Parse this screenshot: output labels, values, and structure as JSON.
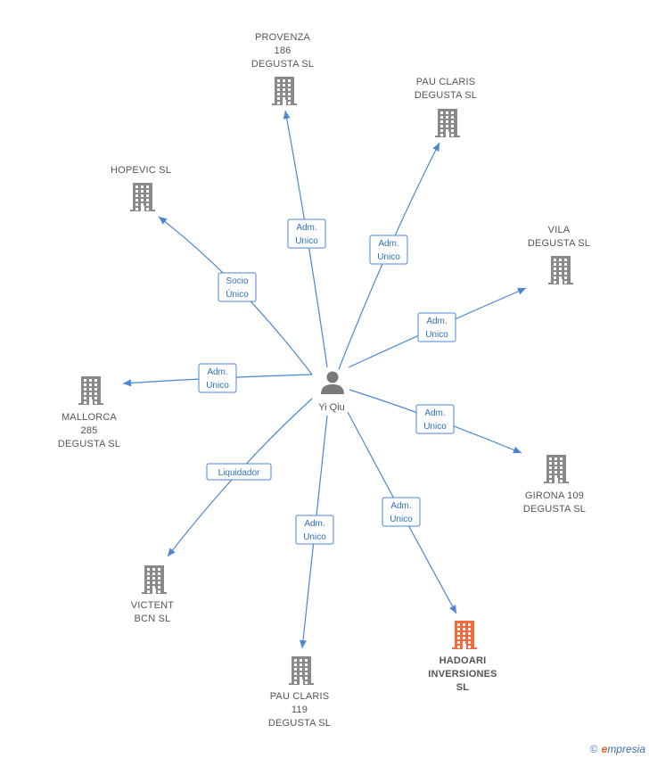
{
  "center": {
    "label": "Yi Qiu"
  },
  "nodes": [
    {
      "id": "provenza",
      "lines": [
        "PROVENZA",
        "186",
        "DEGUSTA  SL"
      ],
      "highlight": false
    },
    {
      "id": "pau-claris",
      "lines": [
        "PAU CLARIS",
        "DEGUSTA  SL"
      ],
      "highlight": false
    },
    {
      "id": "hopevic",
      "lines": [
        "HOPEVIC  SL"
      ],
      "highlight": false
    },
    {
      "id": "vila",
      "lines": [
        "VILA",
        "DEGUSTA  SL"
      ],
      "highlight": false
    },
    {
      "id": "mallorca",
      "lines": [
        "MALLORCA",
        "285",
        "DEGUSTA  SL"
      ],
      "highlight": false
    },
    {
      "id": "girona",
      "lines": [
        "GIRONA 109",
        "DEGUSTA  SL"
      ],
      "highlight": false
    },
    {
      "id": "victent",
      "lines": [
        "VICTENT",
        "BCN  SL"
      ],
      "highlight": false
    },
    {
      "id": "hadoari",
      "lines": [
        "HADOARI",
        "INVERSIONES",
        "SL"
      ],
      "highlight": true
    },
    {
      "id": "pau-claris-119",
      "lines": [
        "PAU CLARIS",
        "119",
        "DEGUSTA  SL"
      ],
      "highlight": false
    }
  ],
  "edges": [
    {
      "to": "provenza",
      "label": [
        "Adm.",
        "Unico"
      ]
    },
    {
      "to": "pau-claris",
      "label": [
        "Adm.",
        "Unico"
      ]
    },
    {
      "to": "hopevic",
      "label": [
        "Socio",
        "Único"
      ]
    },
    {
      "to": "vila",
      "label": [
        "Adm.",
        "Unico"
      ]
    },
    {
      "to": "mallorca",
      "label": [
        "Adm.",
        "Unico"
      ]
    },
    {
      "to": "girona",
      "label": [
        "Adm.",
        "Unico"
      ]
    },
    {
      "to": "victent",
      "label": [
        "Liquidador"
      ]
    },
    {
      "to": "hadoari",
      "label": [
        "Adm.",
        "Unico"
      ]
    },
    {
      "to": "pau-claris-119",
      "label": [
        "Adm.",
        "Unico"
      ]
    }
  ],
  "colors": {
    "edge": "#4a86d4",
    "building": "#8a8a8a",
    "building_highlight": "#f26a3d"
  },
  "brand": {
    "copyright": "©",
    "initial": "e",
    "rest": "mpresia"
  }
}
